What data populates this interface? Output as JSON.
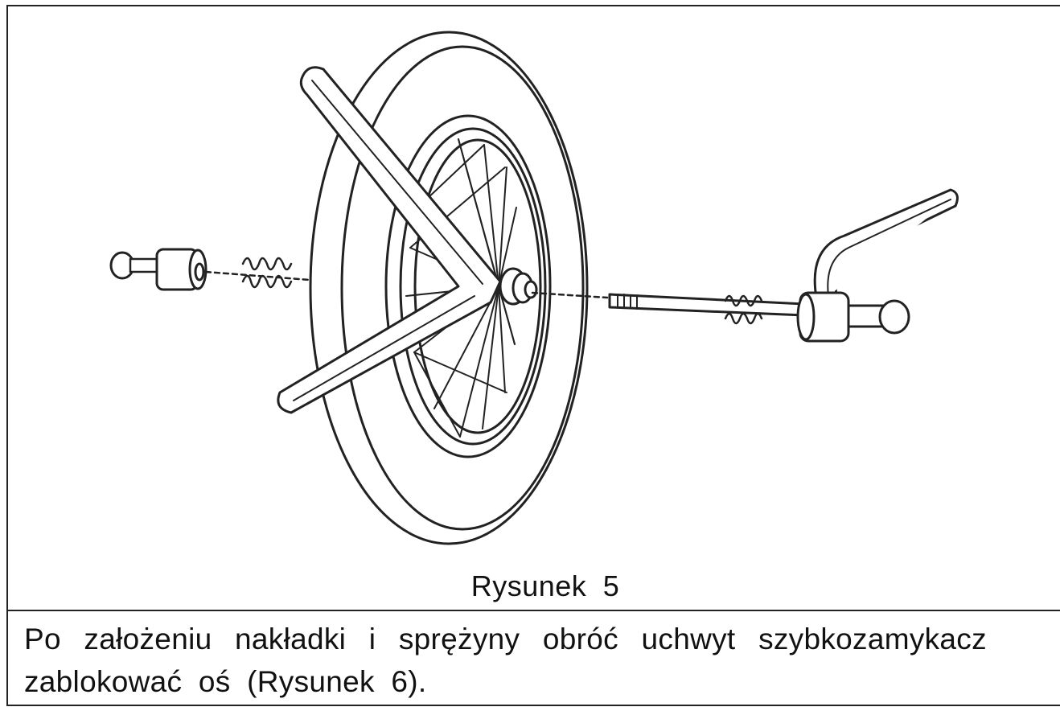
{
  "figure": {
    "caption": "Rysunek  5"
  },
  "instructions": {
    "line1": "Po założeniu nakładki i sprężyny obróć uchwyt szybkozamykacz",
    "line2": "zablokować oś (Rysunek 6)."
  }
}
